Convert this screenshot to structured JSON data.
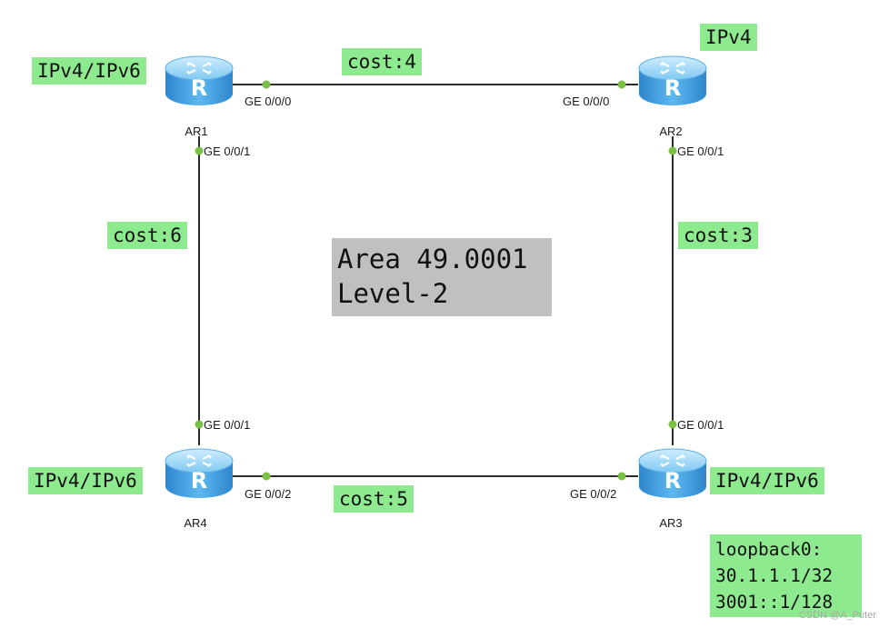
{
  "area": {
    "line1": "Area 49.0001",
    "line2": "Level-2"
  },
  "routers": {
    "ar1": {
      "name": "AR1",
      "stack": "IPv4/IPv6"
    },
    "ar2": {
      "name": "AR2",
      "stack": "IPv4"
    },
    "ar3": {
      "name": "AR3",
      "stack": "IPv4/IPv6"
    },
    "ar4": {
      "name": "AR4",
      "stack": "IPv4/IPv6"
    }
  },
  "links": {
    "ar1_ar2": {
      "cost": "cost:4",
      "a_if": "GE 0/0/0",
      "b_if": "GE 0/0/0"
    },
    "ar2_ar3": {
      "cost": "cost:3",
      "a_if": "GE 0/0/1",
      "b_if": "GE 0/0/1"
    },
    "ar3_ar4": {
      "cost": "cost:5",
      "a_if": "GE 0/0/2",
      "b_if": "GE 0/0/2"
    },
    "ar4_ar1": {
      "cost": "cost:6",
      "a_if": "GE 0/0/1",
      "b_if": "GE 0/0/1"
    }
  },
  "loopback": {
    "title": "loopback0:",
    "ipv4": "30.1.1.1/32",
    "ipv6": "3001::1/128"
  },
  "watermark": "CSDN @A_Puter",
  "colors": {
    "label_bg": "#8eea8e",
    "area_bg": "#c0c0c0",
    "router_icon": "#3d9fe0",
    "port_dot": "#7ac143"
  }
}
